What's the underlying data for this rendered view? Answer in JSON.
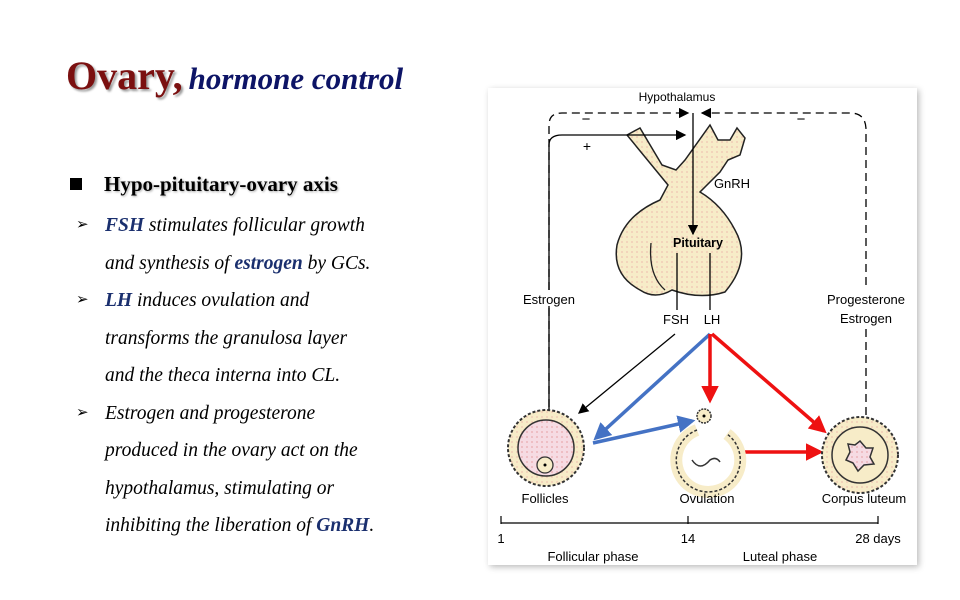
{
  "title": {
    "main": "Ovary,",
    "sub": "hormone control"
  },
  "heading": "Hypo-pituitary-ovary axis",
  "bullets": [
    {
      "kw": "FSH",
      "l1": " stimulates follicular growth",
      "l2a": "and synthesis of ",
      "kw2": "estrogen",
      "l2b": " by GCs."
    },
    {
      "kw": "LH",
      "l1": " induces ovulation and",
      "l2": "transforms the granulosa layer",
      "l3": "and the theca interna into CL."
    },
    {
      "l1": "Estrogen and progesterone",
      "l2": "produced in the ovary act on the",
      "l3": "hypothalamus, stimulating or",
      "l4a": "inhibiting the liberation of ",
      "kw": "GnRH",
      "l4b": "."
    }
  ],
  "diagram": {
    "hypothalamus": "Hypothalamus",
    "minus": "−",
    "plus": "+",
    "gnrh": "GnRH",
    "pituitary": "Pituitary",
    "fsh": "FSH",
    "lh": "LH",
    "estrogen_left": "Estrogen",
    "progesterone": "Progesterone",
    "estrogen_right": "Estrogen",
    "follicles": "Follicles",
    "ovulation": "Ovulation",
    "corpus_luteum": "Corpus luteum",
    "timeline": {
      "day1": "1",
      "day14": "14",
      "day28": "28 days",
      "follicular": "Follicular phase",
      "luteal": "Luteal phase"
    },
    "colors": {
      "red": "#ee1111",
      "blue": "#4472c4",
      "tissue": "#f7ecc8"
    }
  }
}
